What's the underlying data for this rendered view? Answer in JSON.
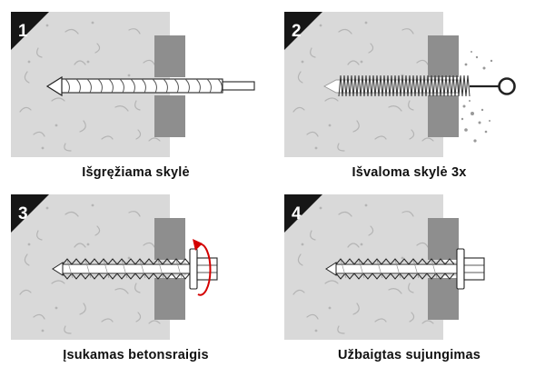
{
  "panels": [
    {
      "number": "1",
      "caption": "Išgręžiama skylė",
      "illustration": "drill-bit-drilling-hole"
    },
    {
      "number": "2",
      "caption": "Išvaloma skylė 3x",
      "illustration": "brush-cleaning-hole"
    },
    {
      "number": "3",
      "caption": "Įsukamas betonsraigis",
      "illustration": "concrete-screw-being-driven"
    },
    {
      "number": "4",
      "caption": "Užbaigtas sujungimas",
      "illustration": "finished-connection"
    }
  ],
  "colors": {
    "concrete": "#d9d9d9",
    "concrete_texture": "#b4b4b4",
    "fixture": "#8e8e8e",
    "corner_badge": "#161616",
    "outline": "#222222",
    "rotation_arrow": "#d40000",
    "background": "#ffffff"
  }
}
